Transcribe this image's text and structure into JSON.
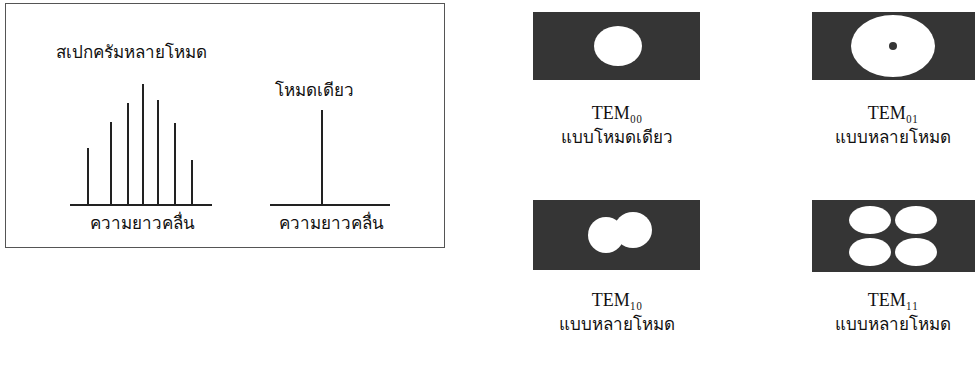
{
  "diagram": {
    "nodes": [
      {
        "text": [
          "สเปกครัมหลายโหมด",
          "ความยาวคลื่น",
          "โหมดเดียว",
          "ความยาวคลื่น"
        ]
      }
    ],
    "labels": [
      "TEM₀₀",
      "แบบโหมดเดียว",
      "TEM₀₁",
      "แบบหลายโหมด",
      "TEM₁₀",
      "แบบหลายโหมด",
      "TEM₁₁",
      "แบบหลายโหมด"
    ]
  }
}
